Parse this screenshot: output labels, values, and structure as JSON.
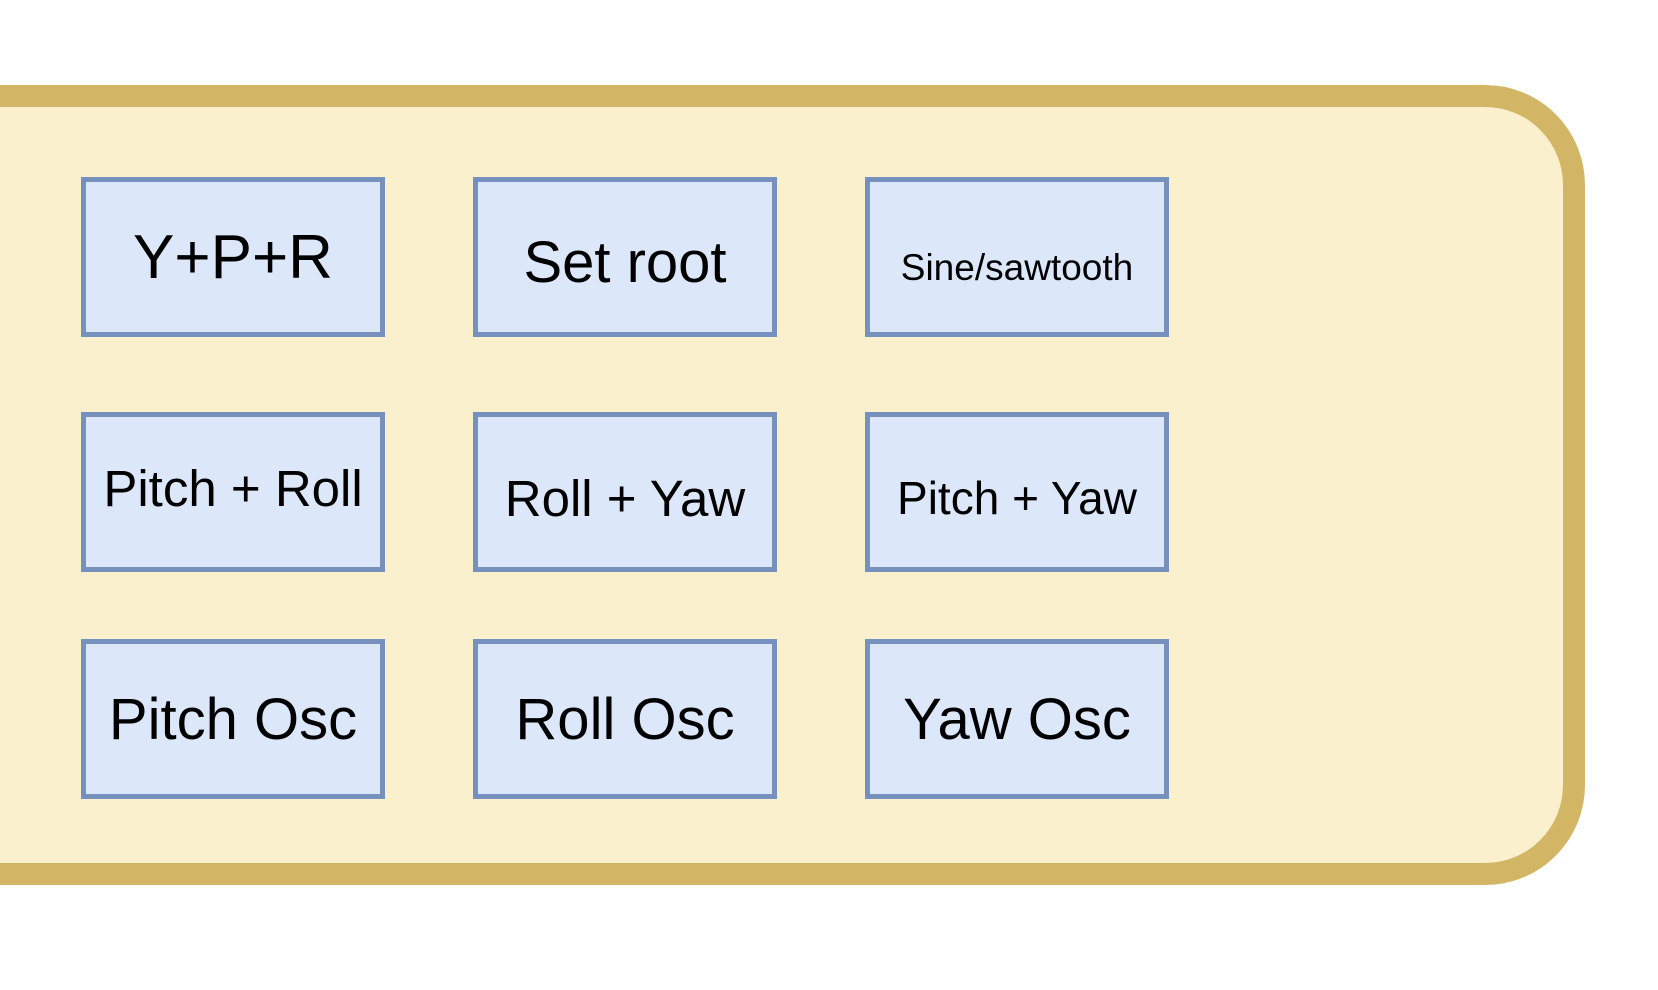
{
  "panel": {
    "colors": {
      "fill": "#fbf0ce",
      "border": "#d2b565"
    }
  },
  "buttons": {
    "ypr": "Y+P+R",
    "set_root": "Set root",
    "sine_sawtooth": "Sine/sawtooth",
    "pitch_roll": "Pitch + Roll",
    "roll_yaw": "Roll + Yaw",
    "pitch_yaw": "Pitch + Yaw",
    "pitch_osc": "Pitch Osc",
    "roll_osc": "Roll Osc",
    "yaw_osc": "Yaw Osc",
    "colors": {
      "fill": "#dce7f9",
      "border": "#7691bd"
    }
  }
}
